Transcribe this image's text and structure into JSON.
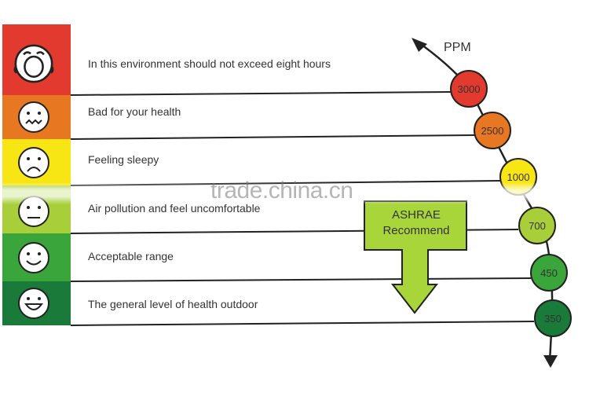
{
  "axis": {
    "unit_label": "PPM"
  },
  "levels": [
    {
      "ppm": "3000",
      "text": "In this environment should not exceed eight hours",
      "color": "#e23a2e",
      "face": "distressed-face-icon"
    },
    {
      "ppm": "2500",
      "text": "Bad for your health",
      "color": "#e87722",
      "face": "sick-face-icon"
    },
    {
      "ppm": "1000",
      "text": "Feeling sleepy",
      "color": "#f7e614",
      "face": "sad-face-icon"
    },
    {
      "ppm": "700",
      "text": "Air pollution and feel uncomfortable",
      "color": "#a8cf3a",
      "face": "neutral-face-icon"
    },
    {
      "ppm": "450",
      "text": "Acceptable range",
      "color": "#3aa53a",
      "face": "smile-face-icon"
    },
    {
      "ppm": "350",
      "text": "The general level of health outdoor",
      "color": "#1a7a3a",
      "face": "grin-face-icon"
    }
  ],
  "recommendation": {
    "line1": "ASHRAE",
    "line2": "Recommend",
    "color": "#a8d53a"
  },
  "watermark": "trade.china.cn"
}
